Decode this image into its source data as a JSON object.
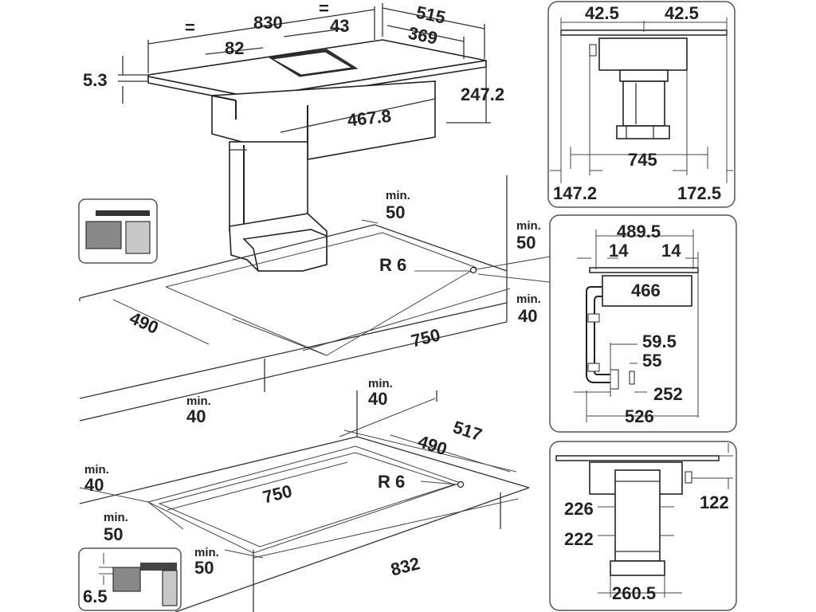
{
  "top_view": {
    "eq_left": "=",
    "eq_right": "=",
    "width": "830",
    "depth": "515",
    "vent_offset": "43",
    "vent_depth": "369",
    "vent_width": "82",
    "glass_thickness": "5.3",
    "height": "247.2",
    "body_width": "467.8"
  },
  "cutout_top": {
    "clear_back_label": "min.",
    "clear_back": "50",
    "clear_right_label": "min.",
    "clear_right": "50",
    "radius": "R 6",
    "clear_side_label": "min.",
    "clear_side": "40",
    "cut_depth": "490",
    "cut_width": "750",
    "clear_front_label": "min.",
    "clear_front": "40"
  },
  "cutout_bottom": {
    "clear_back_label": "min.",
    "clear_back": "40",
    "overall_depth": "517",
    "cut_depth": "490",
    "cut_width": "750",
    "radius": "R 6",
    "clear_left_label": "min.",
    "clear_left": "40",
    "clear_left2_label": "min.",
    "clear_left2": "50",
    "clear_front_label": "min.",
    "clear_front": "50",
    "overall_width": "832",
    "recess": "6.5"
  },
  "panel_front": {
    "left_offset": "42.5",
    "right_offset": "42.5",
    "span": "745",
    "left_side": "147.2",
    "right_side": "172.5"
  },
  "panel_side": {
    "width": "489.5",
    "left_gap": "14",
    "right_gap": "14",
    "body": "466",
    "dim_a": "59.5",
    "dim_b": "55",
    "dim_c": "252",
    "depth": "526"
  },
  "panel_rear": {
    "dim_a": "226",
    "dim_b": "122",
    "dim_c": "222",
    "base": "260.5"
  }
}
